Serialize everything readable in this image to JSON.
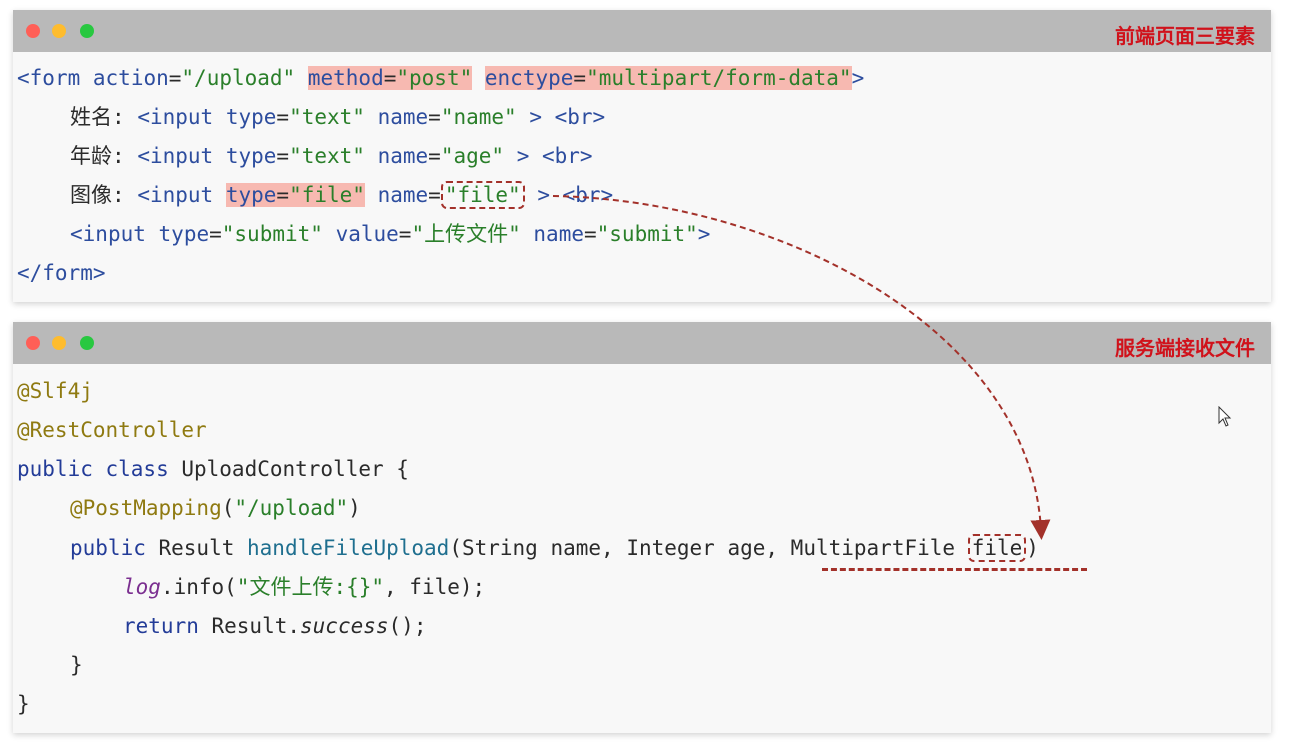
{
  "frontend_window": {
    "title": "前端页面三要素",
    "lines": {
      "l1": {
        "lt": "<",
        "tag": "form",
        "attr1": "action",
        "eq1": "=",
        "val1": "\"/upload\"",
        "attr2": "method",
        "eq2": "=",
        "val2": "\"post\"",
        "attr3": "enctype",
        "eq3": "=",
        "val3": "\"multipart/form-data\"",
        "gt": ">"
      },
      "l2": {
        "label": "姓名:",
        "lt": "<",
        "tag": "input",
        "a1": "type",
        "eq1": "=",
        "v1": "\"text\"",
        "a2": "name",
        "eq2": "=",
        "v2": "\"name\"",
        "rest": " > <br>"
      },
      "l3": {
        "label": "年龄:",
        "lt": "<",
        "tag": "input",
        "a1": "type",
        "eq1": "=",
        "v1": "\"text\"",
        "a2": "name",
        "eq2": "=",
        "v2": "\"age\"",
        "rest": " > <br>"
      },
      "l4": {
        "label": "图像:",
        "lt": "<",
        "tag": "input",
        "a1": "type",
        "eq1": "=",
        "v1": "\"file\"",
        "a2": "name",
        "eq2": "=",
        "v2": "\"file\"",
        "rest": " > <br>"
      },
      "l5": {
        "lt": "<",
        "tag": "input",
        "a1": "type",
        "eq1": "=",
        "v1": "\"submit\"",
        "a2": "value",
        "eq2": "=",
        "v2": "\"上传文件\"",
        "a3": "name",
        "eq3": "=",
        "v3": "\"submit\"",
        "gt": ">"
      },
      "l6": {
        "text": "</form>"
      }
    }
  },
  "backend_window": {
    "title": "服务端接收文件",
    "lines": {
      "l1": "@Slf4j",
      "l2": "@RestController",
      "l3": {
        "kw": "public class",
        "rest": " UploadController {"
      },
      "l4": {
        "anno": "@PostMapping",
        "open": "(",
        "str": "\"/upload\"",
        "close": ")"
      },
      "l5": {
        "kw": "public",
        "type": " Result ",
        "method": "handleFileUpload",
        "params": "(String name, Integer age, MultipartFile ",
        "param": "file",
        "close": ")"
      },
      "l6": {
        "log": "log",
        "call": ".info(",
        "str": "\"文件上传:{}\"",
        "rest": ", file);"
      },
      "l7": {
        "kw": "return",
        "cls": " Result.",
        "method": "success",
        "rest": "();"
      },
      "l8": "}",
      "l9": "}"
    }
  },
  "colors": {
    "title": "#d0121b",
    "highlight": "#f7b9b1",
    "dashed": "#a3312a"
  }
}
